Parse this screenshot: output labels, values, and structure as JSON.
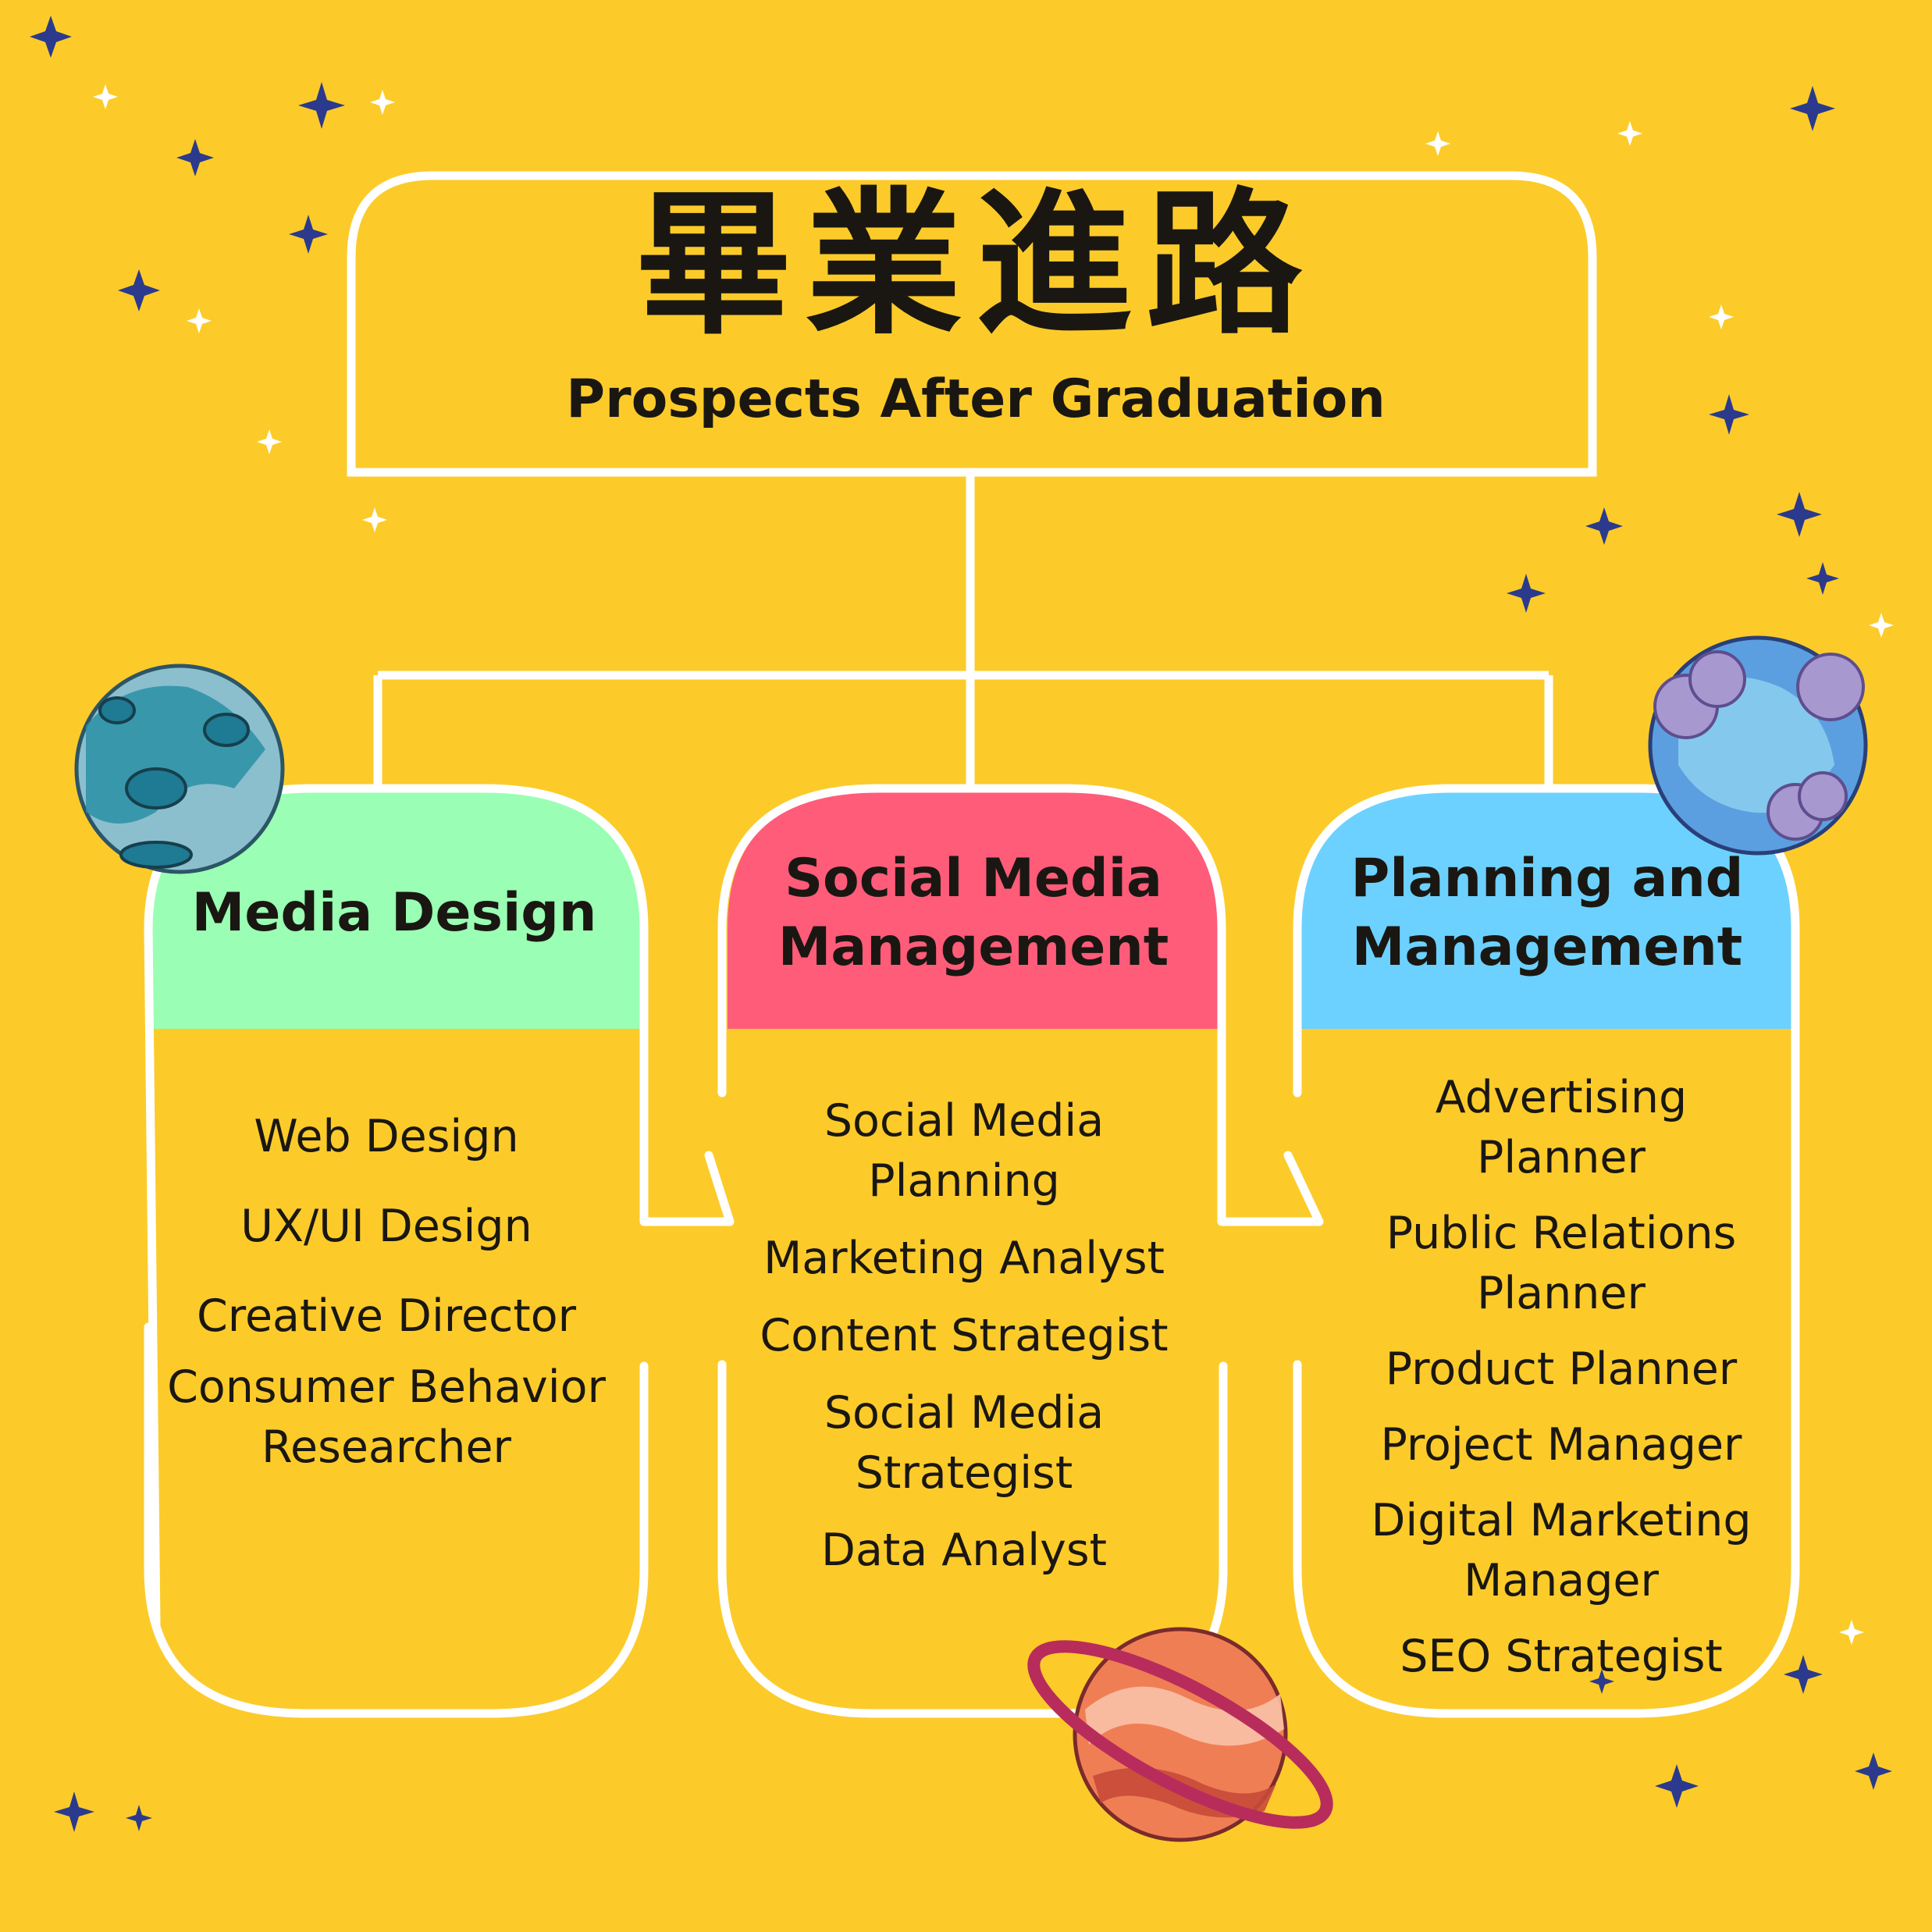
{
  "header": {
    "title_cn": "畢業進路",
    "title_en": "Prospects After Graduation"
  },
  "columns": [
    {
      "title": "Media Design",
      "color": "#9AFFB4",
      "items": [
        "Web Design",
        "UX/UI Design",
        "Creative Director",
        "Consumer Behavior\nResearcher"
      ]
    },
    {
      "title": "Social Media\nManagement",
      "color": "#FF5C7A",
      "items": [
        "Social Media\nPlanning",
        "Marketing Analyst",
        "Content Strategist",
        "Social Media\nStrategist",
        "Data Analyst"
      ]
    },
    {
      "title": "Planning and\nManagement",
      "color": "#6CD1FF",
      "items": [
        "Advertising\nPlanner",
        "Public Relations\nPlanner",
        "Product Planner",
        "Project Manager",
        "Digital Marketing\nManager",
        "SEO Strategist"
      ]
    }
  ],
  "colors": {
    "background": "#FCCB2A",
    "outline": "#FFFFFF",
    "star": "#2B3A8C"
  }
}
